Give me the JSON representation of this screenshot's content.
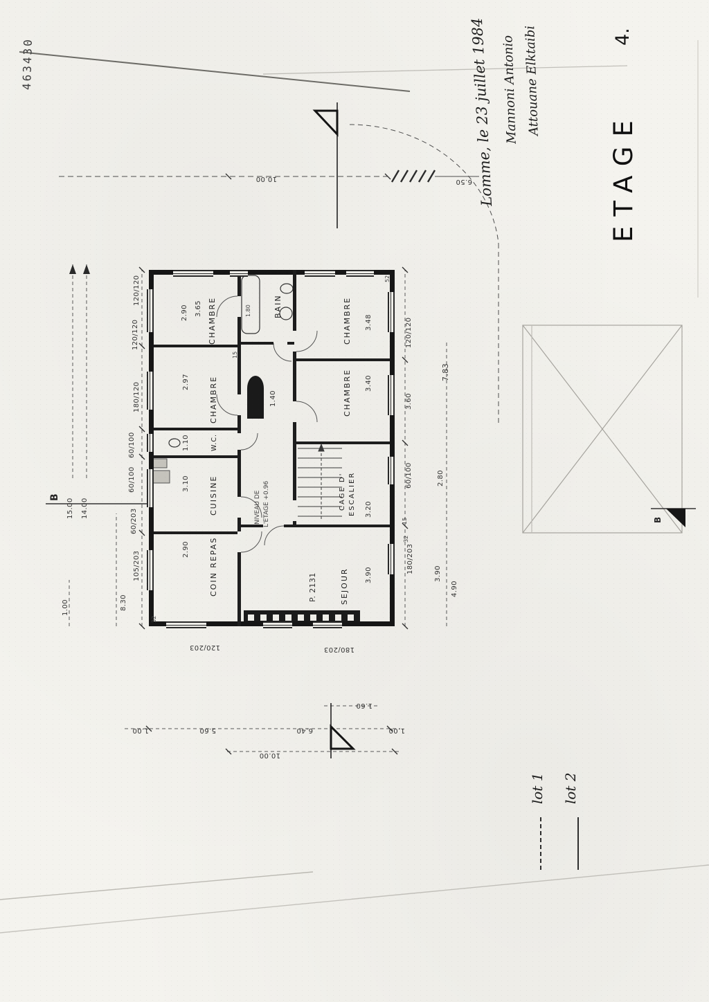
{
  "sheet": {
    "stamp": "463430",
    "page": "4.",
    "title": "ETAGE",
    "handwriting": {
      "date_line": "Lomme, le 23 juillet 1984",
      "name1": "Mannoni Antonio",
      "name2": "Attouane Elktaibi"
    },
    "legend": {
      "lot1": "lot 1",
      "lot2": "lot 2"
    }
  },
  "plan": {
    "rooms": {
      "coin_repas": {
        "name": "COIN REPAS",
        "width": "2.90"
      },
      "cuisine": {
        "name": "CUISINE",
        "width": "3.10"
      },
      "wc": {
        "name": "W.C.",
        "width": "1.10"
      },
      "chambre_a": {
        "name": "CHAMBRE",
        "width": "2.97"
      },
      "chambre_b": {
        "name": "CHAMBRE",
        "width": "2.90",
        "depth": "3.65"
      },
      "bain": {
        "name": "BAIN",
        "tub": "1.80"
      },
      "sejour": {
        "name": "SEJOUR",
        "width": "3.90",
        "parcel": "P. 2131"
      },
      "cage": {
        "name_l1": "CAGE D'",
        "name_l2": "ESCALIER",
        "width": "3.20"
      },
      "chambre_c": {
        "name": "CHAMBRE",
        "width": "3.40"
      },
      "chambre_d": {
        "name": "CHAMBRE",
        "width": "3.48"
      },
      "couloir": {
        "width": "1.40"
      }
    },
    "level_note": {
      "l1": "NIVEAU DE",
      "l2": "L'ETAGE +0.96"
    },
    "dims": {
      "top": {
        "d1": "1.00",
        "d15": "15.00",
        "d14": "14.00",
        "w830": "8.30",
        "w105": "105/203",
        "w60a": "60/203",
        "w61": "60/100",
        "w62": "60/100",
        "w180": "180/120",
        "w120a": "120/120",
        "w120b": "120/120"
      },
      "bottom": {
        "w180": "180/203",
        "t32": "32",
        "t15": "15",
        "w60": "60/100",
        "d36": "3.60",
        "w120": "120/120",
        "d39": "3.90",
        "d49": "4.90",
        "d28": "2.80",
        "d783": "7.83"
      },
      "left": {
        "d10": "10.00",
        "d1a": "1.00",
        "d56": "5.60",
        "d64": "6.40",
        "d16": "1.60",
        "d1b": "1.00",
        "w120": "120/203",
        "w180": "180/203"
      },
      "right": {
        "d10": "10.00",
        "d65": "6.50"
      },
      "ticks": {
        "t1": "32",
        "t2": "15",
        "t3": "52"
      }
    },
    "markers": {
      "b_top": "B",
      "b_bottom": "B"
    }
  }
}
